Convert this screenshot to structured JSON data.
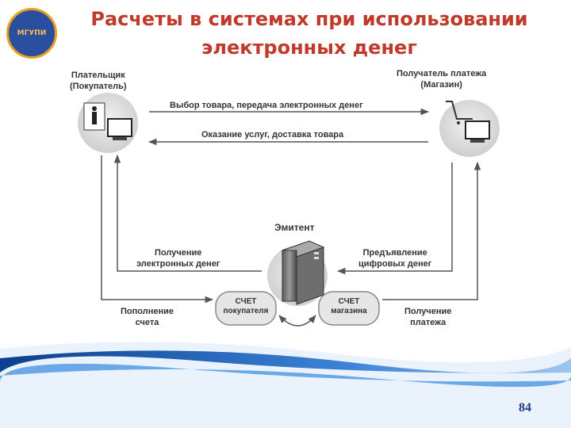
{
  "title": {
    "line1": "Расчеты в системах при использовании",
    "line2": "электронных денег"
  },
  "logo": {
    "text": "МГУПИ"
  },
  "diagram": {
    "payer": {
      "line1": "Плательщик",
      "line2": "(Покупатель)"
    },
    "payee": {
      "line1": "Получатель платежа",
      "line2": "(Магазин)"
    },
    "issuer": "Эмитент",
    "arrow_top": "Выбор товара, передача электронных денег",
    "arrow_back": "Оказание услуг, доставка товара",
    "receive_emoney": {
      "line1": "Получение",
      "line2": "электронных денег"
    },
    "present_digital": {
      "line1": "Предъявление",
      "line2": "цифровых денег"
    },
    "topup": {
      "line1": "Пополнение",
      "line2": "счета"
    },
    "receive_payment": {
      "line1": "Получение",
      "line2": "платежа"
    },
    "buyer_account": {
      "line1": "СЧЕТ",
      "line2": "покупателя"
    },
    "shop_account": {
      "line1": "СЧЕТ",
      "line2": "магазина"
    }
  },
  "page_number": "84",
  "colors": {
    "title": "#c0392b",
    "wave": "#1e5bb5",
    "page_number": "#1f3c88"
  }
}
